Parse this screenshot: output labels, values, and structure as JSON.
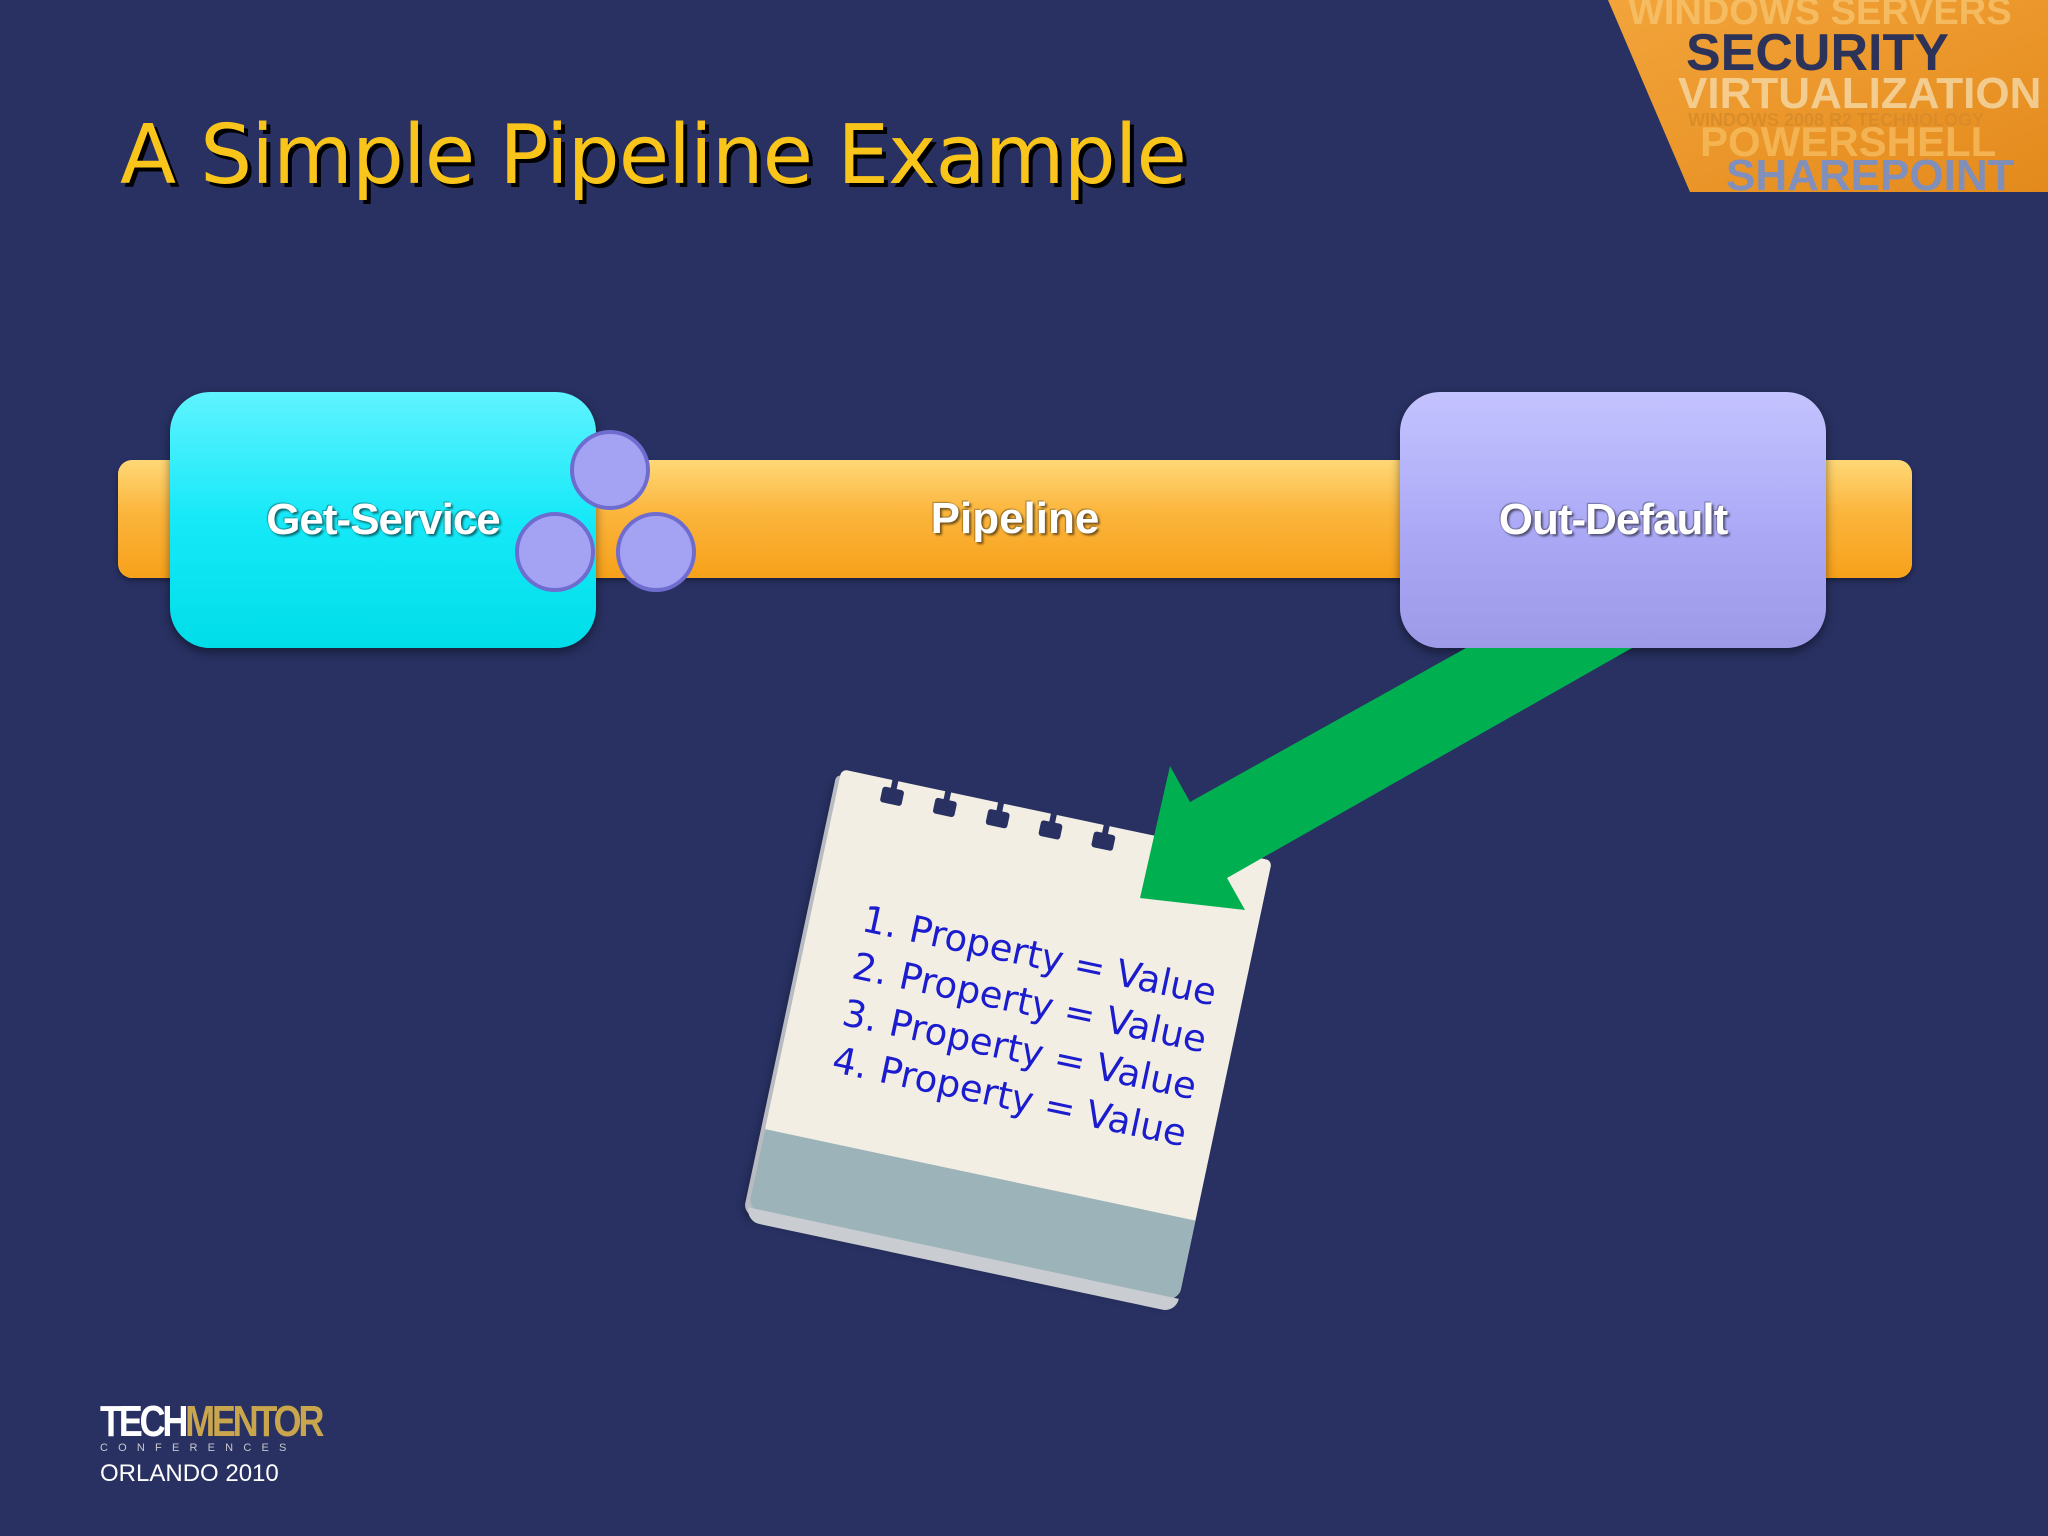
{
  "slide": {
    "title": "A Simple Pipeline Example"
  },
  "banner": {
    "words": [
      "WINDOWS SERVERS",
      "SECURITY",
      "VIRTUALIZATION",
      "WINDOWS 2008 R2 TECHNOLOGY",
      "POWERSHELL",
      "SHAREPOINT"
    ]
  },
  "diagram": {
    "pipeline_label": "Pipeline",
    "source_cmdlet": "Get-Service",
    "target_cmdlet": "Out-Default",
    "output_items": [
      {
        "num": "1.",
        "text": "Property = Value"
      },
      {
        "num": "2.",
        "text": "Property = Value"
      },
      {
        "num": "3.",
        "text": "Property = Value"
      },
      {
        "num": "4.",
        "text": "Property = Value"
      }
    ]
  },
  "logo": {
    "tech": "TECH",
    "mentor": "MENTOR",
    "conferences": "CONFERENCES",
    "location": "ORLANDO 2010"
  },
  "colors": {
    "background": "#283162",
    "title": "#f9c51b",
    "pipeline": "#f7a11a",
    "get_service": "#00dde9",
    "out_default": "#aba9f6",
    "arrow": "#00b050",
    "list_text": "#1c1ccf"
  }
}
